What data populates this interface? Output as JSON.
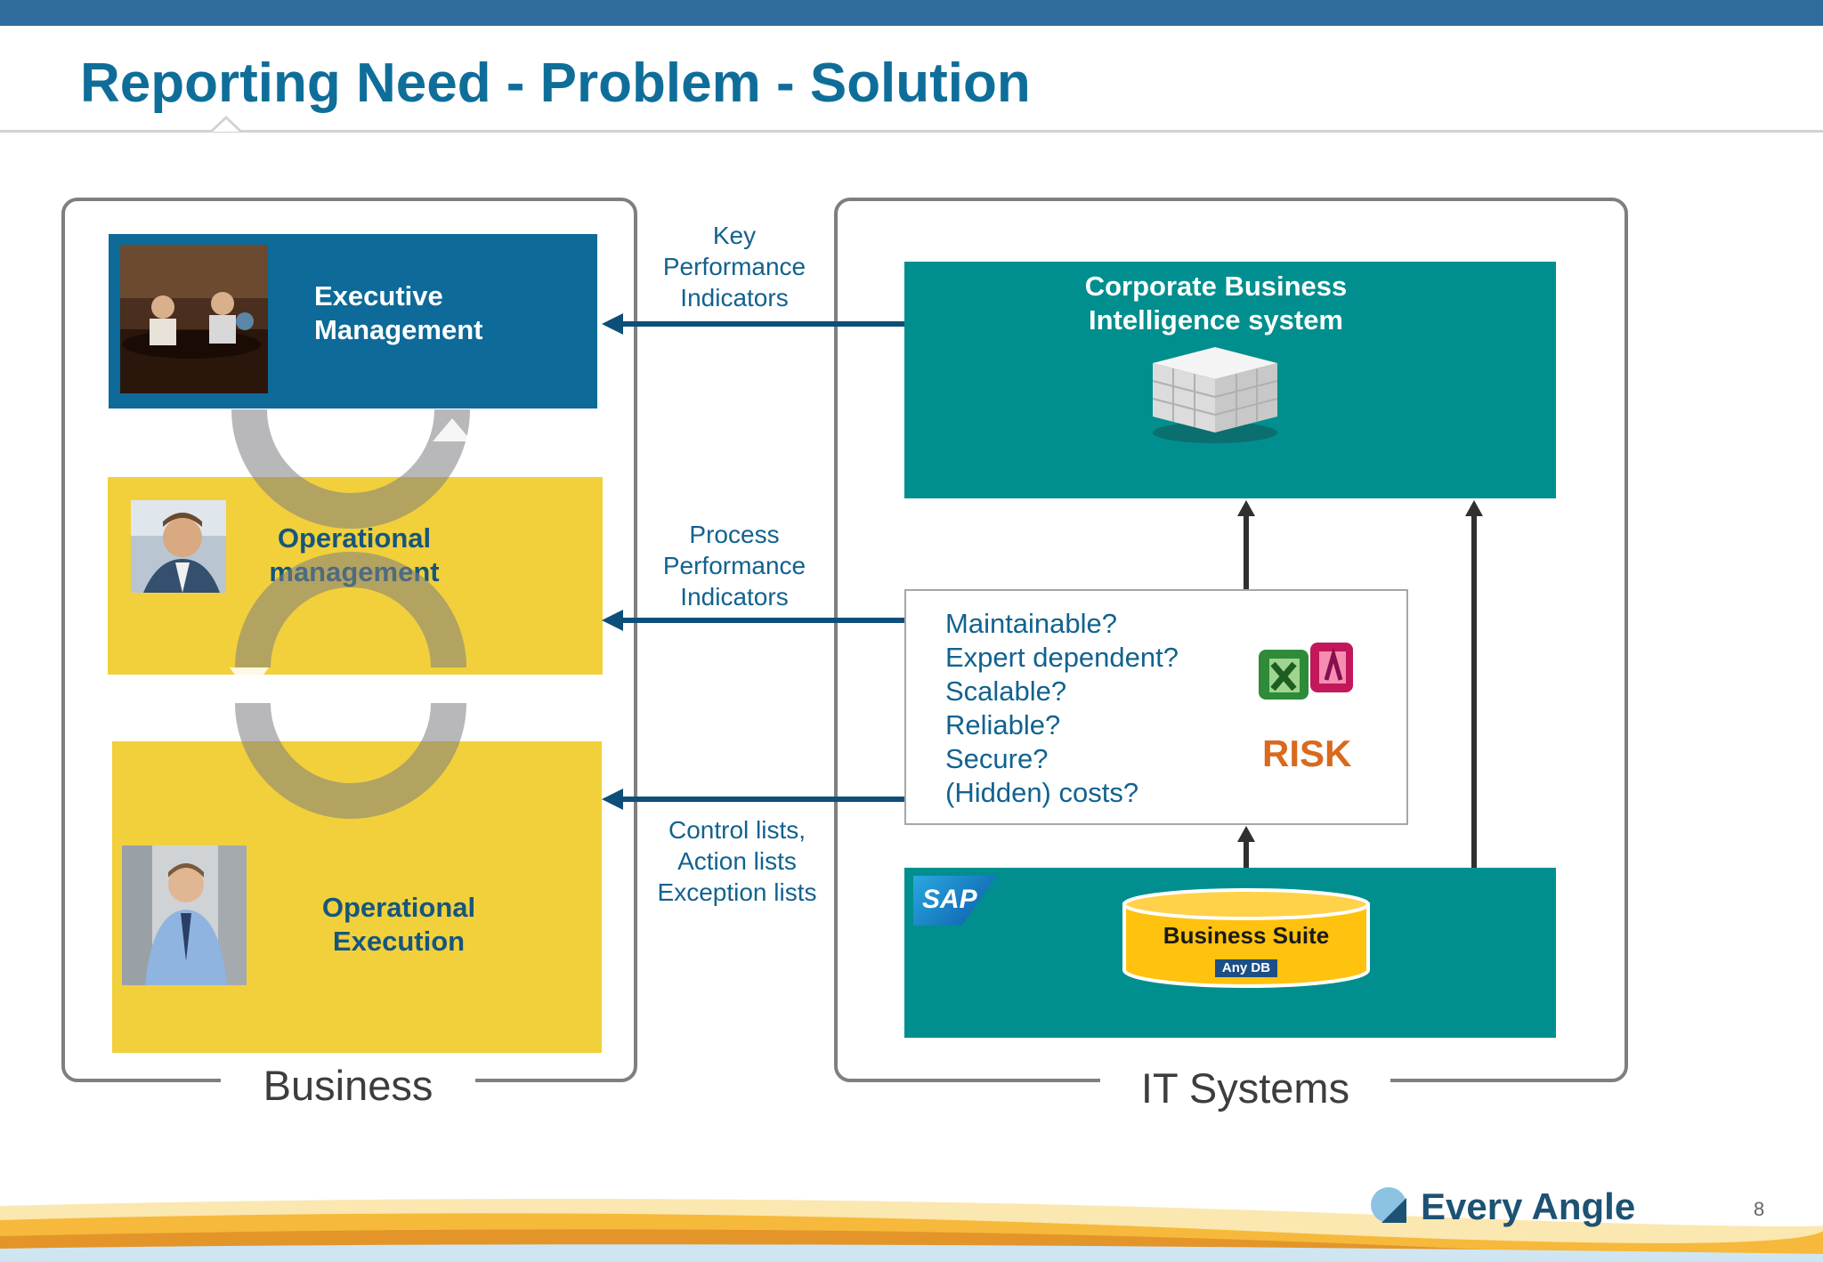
{
  "slide": {
    "title": "Reporting Need - Problem - Solution",
    "page_number": "8",
    "brand": "Every Angle"
  },
  "business": {
    "label": "Business",
    "executive": "Executive\nManagement",
    "operational_management": "Operational\nmanagement",
    "operational_execution": "Operational\nExecution"
  },
  "flows": {
    "kpi": "Key\nPerformance\nIndicators",
    "ppi": "Process\nPerformance\nIndicators",
    "lists": "Control lists,\nAction lists\nException lists"
  },
  "it": {
    "label": "IT Systems",
    "bi_system": "Corporate Business\nIntelligence system",
    "questions": [
      "Maintainable?",
      "Expert dependent?",
      "Scalable?",
      "Reliable?",
      "Secure?",
      "(Hidden) costs?"
    ],
    "risk": "RISK",
    "sap": "SAP",
    "business_suite": "Business Suite",
    "any_db": "Any DB"
  },
  "icons": {
    "cycle": "cycle-arrows-icon",
    "cube": "bi-cube-icon",
    "office": "excel-access-icon",
    "database": "database-cylinder-icon"
  },
  "colors": {
    "accent_blue": "#0d6a99",
    "yellow": "#f2d03b",
    "teal": "#008f8e",
    "arrow": "#0d4f78",
    "risk": "#d9691e"
  }
}
